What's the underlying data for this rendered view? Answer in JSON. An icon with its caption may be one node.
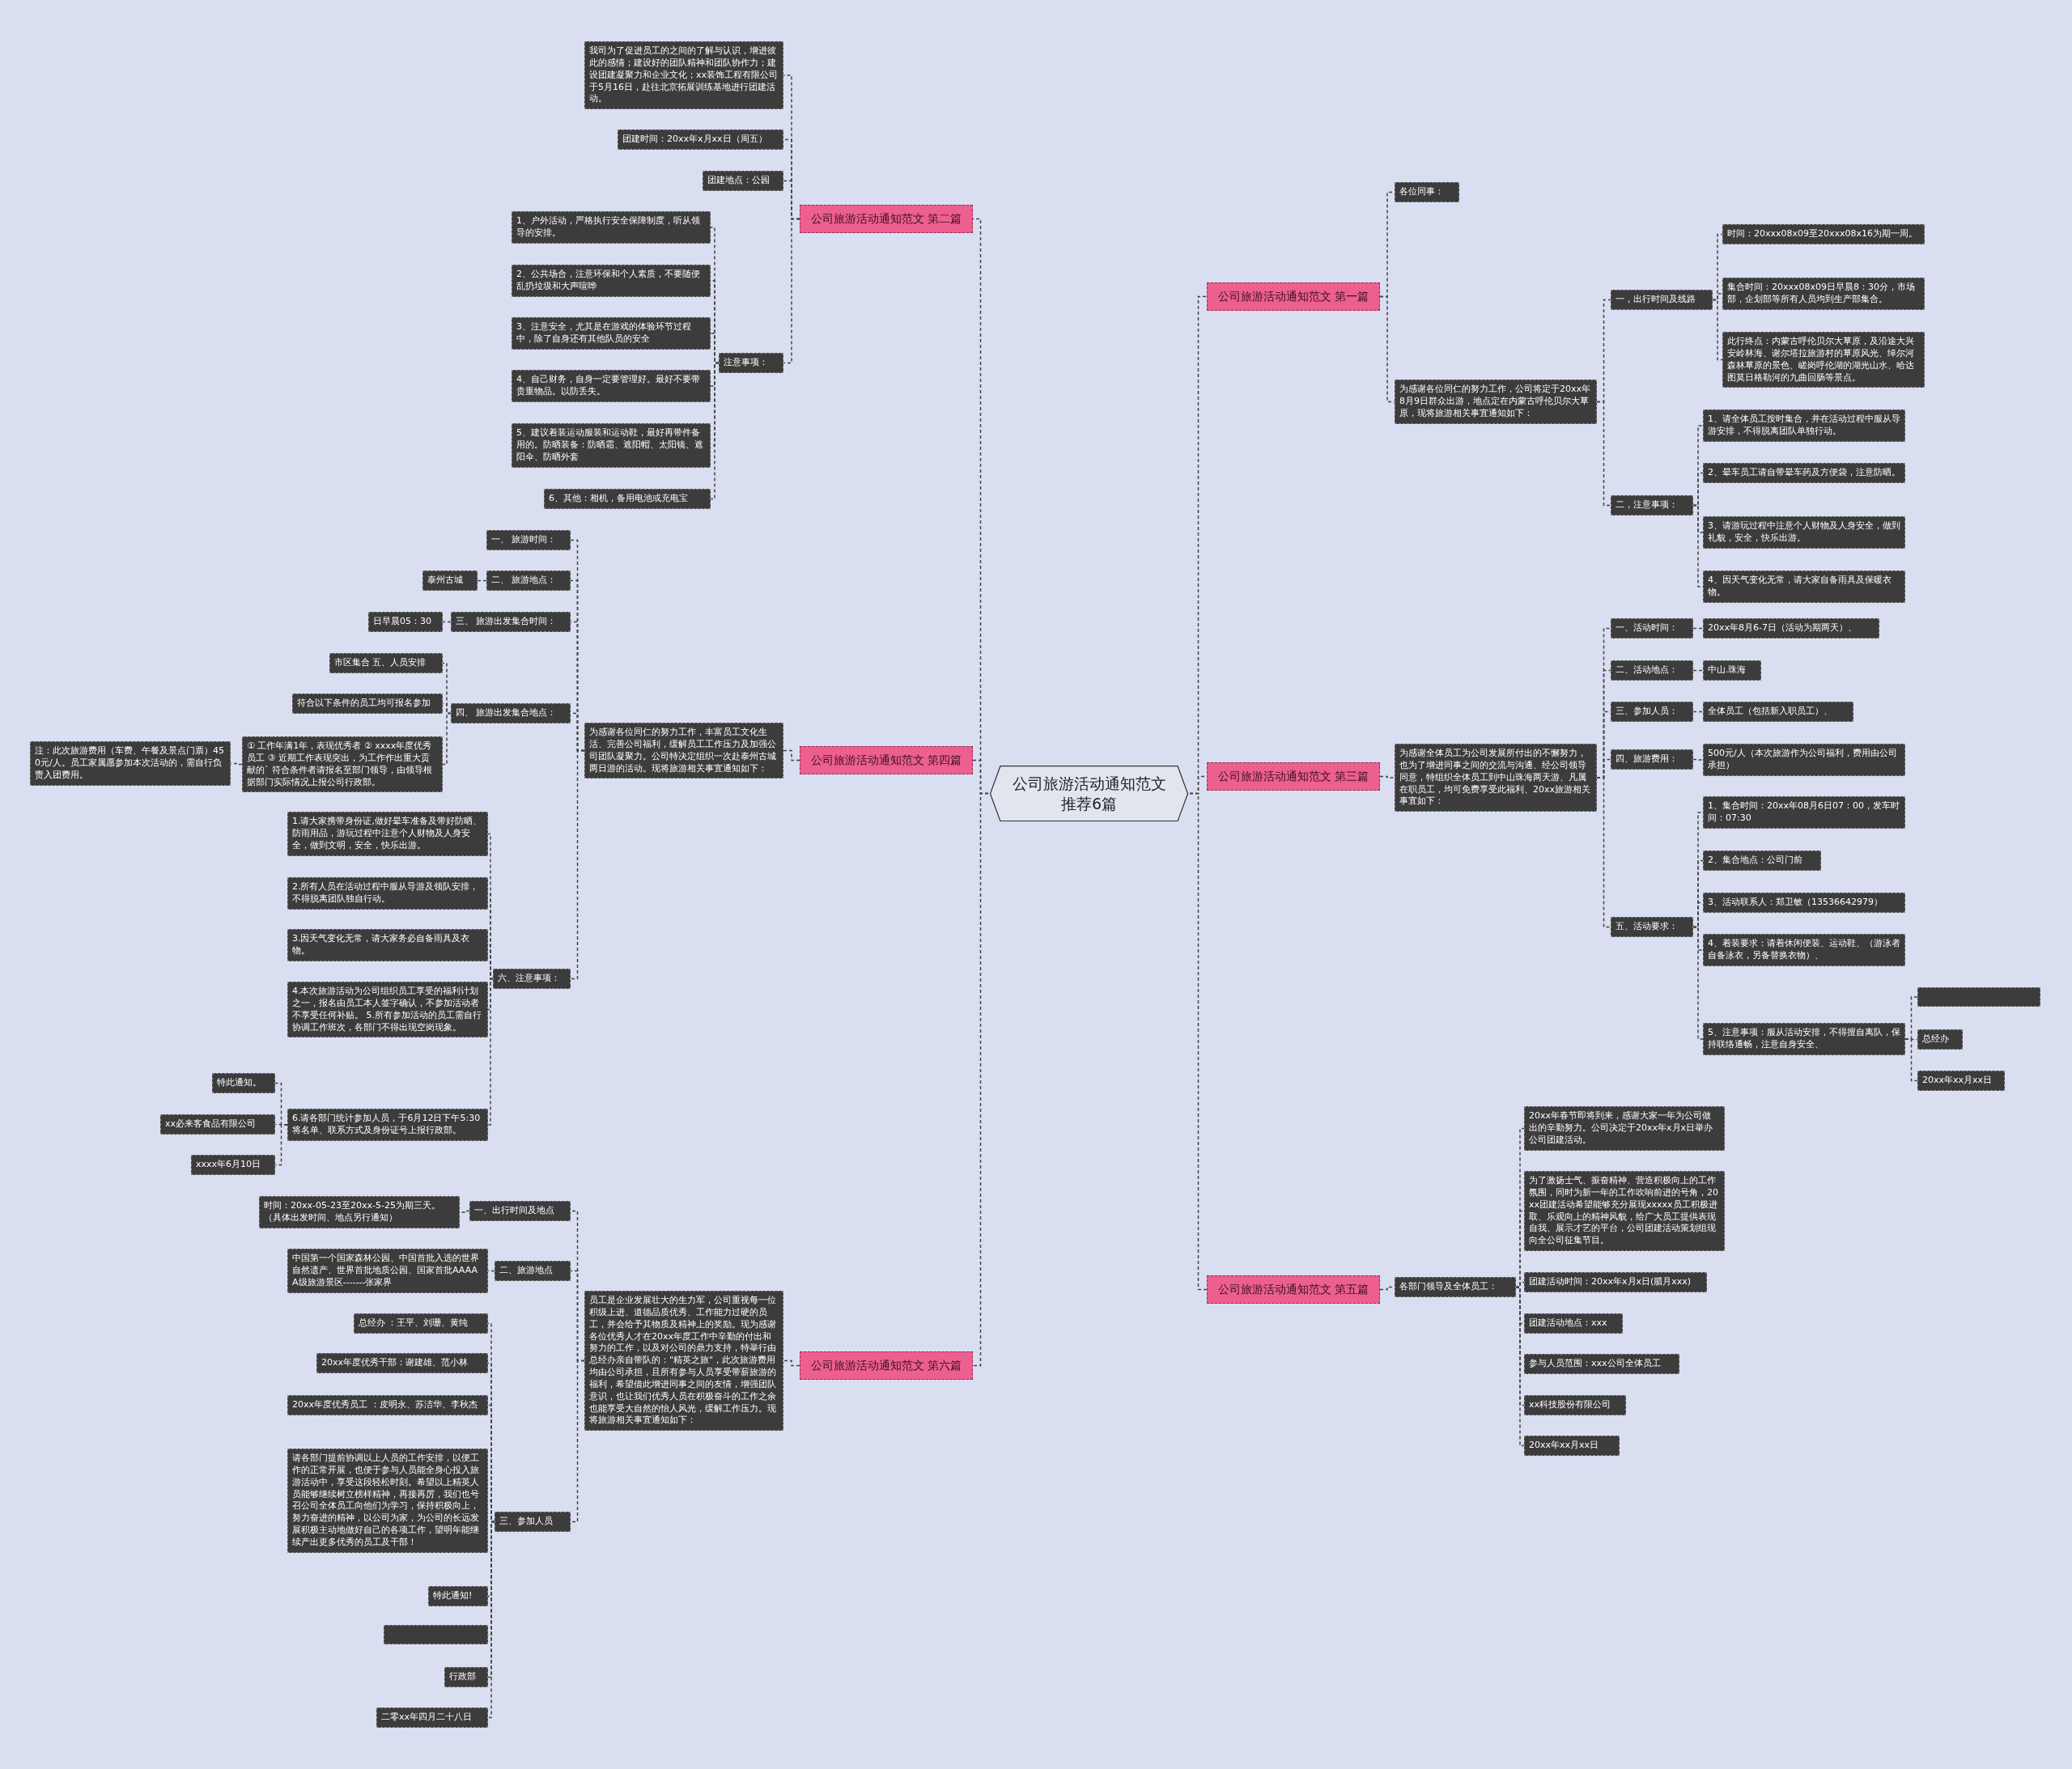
{
  "diagram": {
    "nodes": [
      {
        "text": [
          "公司旅游活动通知范文推荐6篇"
        ]
      },
      {
        "text": [
          "公司旅游活动通知范文 第二篇"
        ]
      },
      {
        "text": [
          "我司为了促进员工的之间的了解与认识，增进彼此的感情；建设好的团队精神和团队协作力；建设团建凝聚力和企业文化；xx装饰工程有限公司于5月16日，赴往北京拓展训练基地进行团建活动。"
        ]
      },
      {
        "text": [
          "团建时间：20xx年x月xx日（周五）"
        ]
      },
      {
        "text": [
          "团建地点：公园"
        ]
      },
      {
        "text": [
          "注意事项："
        ]
      },
      {
        "text": [
          "1、户外活动，严格执行安全保障制度，听从领导的安排。"
        ]
      },
      {
        "text": [
          "2、公共场合，注意环保和个人素质，不要随便乱扔垃圾和大声喧哗"
        ]
      },
      {
        "text": [
          "3、注意安全，尤其是在游戏的体验环节过程中，除了自身还有其他队员的安全"
        ]
      },
      {
        "text": [
          "4、自己财务，自身一定要管理好。最好不要带贵重物品。以防丢失。"
        ]
      },
      {
        "text": [
          "5、建议着装运动服装和运动鞋，最好再带件备用的。防晒装备：防晒霜、遮阳帽、太阳镜、遮阳伞、防晒外套"
        ]
      },
      {
        "text": [
          "6、其他：相机，备用电池或充电宝"
        ]
      },
      {
        "text": [
          "公司旅游活动通知范文 第四篇"
        ]
      },
      {
        "text": [
          "为感谢各位同仁的努力工作，丰富员工文化生活、完善公司福利，缓解员工工作压力及加强公司团队凝聚力。公司特决定组织一次赴泰州古城两日游的活动。现将旅游相关事宜通知如下："
        ]
      },
      {
        "text": [
          "一、 旅游时间："
        ]
      },
      {
        "text": [
          "二、 旅游地点："
        ]
      },
      {
        "text": [
          "泰州古城"
        ]
      },
      {
        "text": [
          "三、 旅游出发集合时间："
        ]
      },
      {
        "text": [
          "日早晨05：30"
        ]
      },
      {
        "text": [
          "四、 旅游出发集合地点："
        ]
      },
      {
        "text": [
          "市区集合 五、人员安排"
        ]
      },
      {
        "text": [
          "符合以下条件的员工均可报名参加"
        ]
      },
      {
        "text": [
          "① 工作年满1年，表现优秀者 ② xxxx年度优秀员工 ③ 近期工作表现突出，为工作作出重大贡献的` 符合条件者请报名至部门领导，由领导根据部门实际情况上报公司行政部。"
        ]
      },
      {
        "text": [
          "注：此次旅游费用（车费、午餐及景点门票）450元/人。员工家属愿参加本次活动的，需自行负责入团费用。"
        ]
      },
      {
        "text": [
          "六、注意事项："
        ]
      },
      {
        "text": [
          "1.请大家携带身份证,做好晕车准备及带好防晒、防雨用品，游玩过程中注意个人财物及人身安全，做到文明，安全，快乐出游。"
        ]
      },
      {
        "text": [
          "2.所有人员在活动过程中服从导游及领队安排，不得脱离团队独自行动。"
        ]
      },
      {
        "text": [
          "3.因天气变化无常，请大家务必自备雨具及衣物。"
        ]
      },
      {
        "text": [
          "4.本次旅游活动为公司组织员工享受的福利计划之一，报名由员工本人签字确认，不参加活动者不享受任何补贴。 5.所有参加活动的员工需自行协调工作班次，各部门不得出现空岗现象。"
        ]
      },
      {
        "text": [
          "6.请各部门统计参加人员，于6月12日下午5:30将名单、联系方式及身份证号上报行政部。"
        ]
      },
      {
        "text": [
          "特此通知。"
        ]
      },
      {
        "text": [
          "xx必来客食品有限公司"
        ]
      },
      {
        "text": [
          "xxxx年6月10日"
        ]
      },
      {
        "text": [
          "公司旅游活动通知范文 第六篇"
        ]
      },
      {
        "text": [
          "员工是企业发展壮大的生力军，公司重视每一位积级上进、道德品质优秀、工作能力过硬的员工，并会给予其物质及精神上的奖励。现为感谢各位优秀人才在20xx年度工作中辛勤的付出和努力的工作，以及对公司的鼎力支持，特举行由总经办亲自带队的：\"精英之旅\"，此次旅游费用均由公司承担，且所有参与人员享受带薪旅游的福利，希望借此增进同事之间的友情，增强团队意识，也让我们优秀人员在积极奋斗的工作之余也能享受大自然的怡人风光，缓解工作压力。现将旅游相关事宜通知如下："
        ]
      },
      {
        "text": [
          "一、出行时间及地点"
        ]
      },
      {
        "text": [
          "时间：20xx-05-23至20xx-5-25为期三天。（具体出发时间、地点另行通知）"
        ]
      },
      {
        "text": [
          "二、旅游地点"
        ]
      },
      {
        "text": [
          "中国第一个国家森林公园、中国首批入选的世界自然遗产、世界首批地质公园、国家首批AAAAA级旅游景区-------张家界"
        ]
      },
      {
        "text": [
          "三、参加人员"
        ]
      },
      {
        "text": [
          "总经办 ：王平、刘珊、黄纯"
        ]
      },
      {
        "text": [
          "20xx年度优秀干部：谢建雄、范小林"
        ]
      },
      {
        "text": [
          "20xx年度优秀员工 ：皮明永、苏洁华、李秋杰"
        ]
      },
      {
        "text": [
          "请各部门提前协调以上人员的工作安排，以便工作的正常开展，也便于参与人员能全身心投入旅游活动中，享受这段轻松时刻。希望以上精英人员能够继续树立榜样精神，再接再厉，我们也号召公司全体员工向他们为学习，保持积极向上，努力奋进的精神，以公司为家，为公司的长远发展积极主动地做好自己的各项工作，望明年能继续产出更多优秀的员工及干部！"
        ]
      },
      {
        "text": [
          "特此通知!"
        ]
      },
      {
        "text": [],
        "shape": "box"
      },
      {
        "text": [
          "行政部"
        ]
      },
      {
        "text": [
          "二零xx年四月二十八日"
        ]
      },
      {
        "text": [
          "公司旅游活动通知范文 第一篇"
        ]
      },
      {
        "text": [
          "各位同事："
        ]
      },
      {
        "text": [
          "为感谢各位同仁的努力工作，公司将定于20xx年8月9日群众出游，地点定在内蒙古呼伦贝尔大草原，现将旅游相关事宜通知如下："
        ]
      },
      {
        "text": [
          "一，出行时间及线路"
        ]
      },
      {
        "text": [
          "时间：20xxx08x09至20xxx08x16为期一周。"
        ]
      },
      {
        "text": [
          "集合时间：20xxx08x09日早晨8：30分，市场部，企划部等所有人员均到生产部集合。"
        ]
      },
      {
        "text": [
          "此行终点：内蒙古呼伦贝尔大草原，及沿途大兴安岭林海、谢尔塔拉旅游村的草原风光、绰尔河森林草原的景色、嵯岗呼伦湖的湖光山水、哈达图莫日格勒河的九曲回肠等景点。"
        ]
      },
      {
        "text": [
          "二，注意事项："
        ]
      },
      {
        "text": [
          "1、请全体员工按时集合，并在活动过程中服从导游安排，不得脱离团队单独行动。"
        ]
      },
      {
        "text": [
          "2、晕车员工请自带晕车药及方便袋，注意防晒。"
        ]
      },
      {
        "text": [
          "3、请游玩过程中注意个人财物及人身安全，做到礼貌，安全，快乐出游。"
        ]
      },
      {
        "text": [
          "4、因天气变化无常，请大家自备雨具及保暖衣物。"
        ]
      },
      {
        "text": [
          "公司旅游活动通知范文 第三篇"
        ]
      },
      {
        "text": [
          "为感谢全体员工为公司发展所付出的不懈努力，也为了增进同事之间的交流与沟通、经公司领导同意，特组织全体员工到中山珠海两天游、凡属在职员工，均可免费享受此福利、20xx旅游相关事宜如下："
        ]
      },
      {
        "text": [
          "一、活动时间："
        ]
      },
      {
        "text": [
          "20xx年8月6-7日（活动为期两天）、"
        ]
      },
      {
        "text": [
          "二、活动地点："
        ]
      },
      {
        "text": [
          "中山.珠海"
        ]
      },
      {
        "text": [
          "三、参加人员："
        ]
      },
      {
        "text": [
          "全体员工（包括新入职员工）、"
        ]
      },
      {
        "text": [
          "四、旅游费用："
        ]
      },
      {
        "text": [
          "500元/人（本次旅游作为公司福利，费用由公司承担）"
        ]
      },
      {
        "text": [
          "五、活动要求："
        ]
      },
      {
        "text": [
          "1、集合时间：20xx年08月6日07：00，发车时间：07:30"
        ]
      },
      {
        "text": [
          "2、集合地点：公司门前"
        ]
      },
      {
        "text": [
          "3、活动联系人：郑卫敏（13536642979）"
        ]
      },
      {
        "text": [
          "4、着装要求：请着休闲便装、运动鞋、（游泳者自备泳衣，另备替换衣物）、"
        ]
      },
      {
        "text": [
          "5、注意事项：服从活动安排，不得擅自离队，保持联络通畅，注意自身安全、"
        ]
      },
      {
        "text": [],
        "shape": "box"
      },
      {
        "text": [
          "总经办"
        ]
      },
      {
        "text": [
          "20xx年xx月xx日"
        ]
      },
      {
        "text": [
          "公司旅游活动通知范文 第五篇"
        ]
      },
      {
        "text": [
          "各部门领导及全体员工："
        ]
      },
      {
        "text": [
          "20xx年春节即将到来，感谢大家一年为公司做出的辛勤努力。公司决定于20xx年x月x日举办公司团建活动。"
        ]
      },
      {
        "text": [
          "为了激扬士气、振奋精神、营造积极向上的工作氛围，同时为新一年的工作吹响前进的号角，20xx团建活动希望能够充分展现xxxxx员工积极进取、乐观向上的精神风貌，给广大员工提供表现自我、展示才艺的平台，公司团建活动策划组现向全公司征集节目。"
        ]
      },
      {
        "text": [
          "团建活动时间：20xx年x月x日(腊月xxx)"
        ]
      },
      {
        "text": [
          "团建活动地点：xxx"
        ]
      },
      {
        "text": [
          "参与人员范围：xxx公司全体员工"
        ]
      },
      {
        "text": [
          "xx科技股份有限公司"
        ]
      },
      {
        "text": [
          "20xx年xx月xx日"
        ]
      }
    ],
    "edges": [
      {
        "from": 0,
        "to": 1,
        "arrow": "none"
      },
      {
        "from": 1,
        "to": 2,
        "arrow": "none"
      },
      {
        "from": 1,
        "to": 3,
        "arrow": "none"
      },
      {
        "from": 1,
        "to": 4,
        "arrow": "none"
      },
      {
        "from": 1,
        "to": 5,
        "arrow": "none"
      },
      {
        "from": 5,
        "to": 6,
        "arrow": "none"
      },
      {
        "from": 5,
        "to": 7,
        "arrow": "none"
      },
      {
        "from": 5,
        "to": 8,
        "arrow": "none"
      },
      {
        "from": 5,
        "to": 9,
        "arrow": "none"
      },
      {
        "from": 5,
        "to": 10,
        "arrow": "none"
      },
      {
        "from": 5,
        "to": 11,
        "arrow": "none"
      },
      {
        "from": 0,
        "to": 12,
        "arrow": "none"
      },
      {
        "from": 12,
        "to": 13,
        "arrow": "none"
      },
      {
        "from": 13,
        "to": 14,
        "arrow": "none"
      },
      {
        "from": 13,
        "to": 15,
        "arrow": "none"
      },
      {
        "from": 15,
        "to": 16,
        "arrow": "none"
      },
      {
        "from": 13,
        "to": 17,
        "arrow": "none"
      },
      {
        "from": 17,
        "to": 18,
        "arrow": "none"
      },
      {
        "from": 13,
        "to": 19,
        "arrow": "none"
      },
      {
        "from": 19,
        "to": 20,
        "arrow": "none"
      },
      {
        "from": 19,
        "to": 21,
        "arrow": "none"
      },
      {
        "from": 19,
        "to": 22,
        "arrow": "none"
      },
      {
        "from": 22,
        "to": 23,
        "arrow": "none"
      },
      {
        "from": 13,
        "to": 24,
        "arrow": "none"
      },
      {
        "from": 24,
        "to": 25,
        "arrow": "none"
      },
      {
        "from": 24,
        "to": 26,
        "arrow": "none"
      },
      {
        "from": 24,
        "to": 27,
        "arrow": "none"
      },
      {
        "from": 24,
        "to": 28,
        "arrow": "none"
      },
      {
        "from": 24,
        "to": 29,
        "arrow": "none"
      },
      {
        "from": 29,
        "to": 30,
        "arrow": "none"
      },
      {
        "from": 29,
        "to": 31,
        "arrow": "none"
      },
      {
        "from": 29,
        "to": 32,
        "arrow": "none"
      },
      {
        "from": 0,
        "to": 33,
        "arrow": "none"
      },
      {
        "from": 33,
        "to": 34,
        "arrow": "none"
      },
      {
        "from": 34,
        "to": 35,
        "arrow": "none"
      },
      {
        "from": 35,
        "to": 36,
        "arrow": "none"
      },
      {
        "from": 34,
        "to": 37,
        "arrow": "none"
      },
      {
        "from": 37,
        "to": 38,
        "arrow": "none"
      },
      {
        "from": 34,
        "to": 39,
        "arrow": "none"
      },
      {
        "from": 39,
        "to": 40,
        "arrow": "none"
      },
      {
        "from": 39,
        "to": 41,
        "arrow": "none"
      },
      {
        "from": 39,
        "to": 42,
        "arrow": "none"
      },
      {
        "from": 39,
        "to": 43,
        "arrow": "none"
      },
      {
        "from": 39,
        "to": 44,
        "arrow": "none"
      },
      {
        "from": 39,
        "to": 45,
        "arrow": "none"
      },
      {
        "from": 39,
        "to": 46,
        "arrow": "none"
      },
      {
        "from": 39,
        "to": 47,
        "arrow": "none"
      },
      {
        "from": 0,
        "to": 48,
        "arrow": "none"
      },
      {
        "from": 48,
        "to": 49,
        "arrow": "none"
      },
      {
        "from": 48,
        "to": 50,
        "arrow": "none"
      },
      {
        "from": 50,
        "to": 51,
        "arrow": "none"
      },
      {
        "from": 51,
        "to": 52,
        "arrow": "none"
      },
      {
        "from": 51,
        "to": 53,
        "arrow": "none"
      },
      {
        "from": 51,
        "to": 54,
        "arrow": "none"
      },
      {
        "from": 50,
        "to": 55,
        "arrow": "none"
      },
      {
        "from": 55,
        "to": 56,
        "arrow": "none"
      },
      {
        "from": 55,
        "to": 57,
        "arrow": "none"
      },
      {
        "from": 55,
        "to": 58,
        "arrow": "none"
      },
      {
        "from": 55,
        "to": 59,
        "arrow": "none"
      },
      {
        "from": 0,
        "to": 60,
        "arrow": "none"
      },
      {
        "from": 60,
        "to": 61,
        "arrow": "none"
      },
      {
        "from": 61,
        "to": 62,
        "arrow": "none"
      },
      {
        "from": 62,
        "to": 63,
        "arrow": "none"
      },
      {
        "from": 61,
        "to": 64,
        "arrow": "none"
      },
      {
        "from": 64,
        "to": 65,
        "arrow": "none"
      },
      {
        "from": 61,
        "to": 66,
        "arrow": "none"
      },
      {
        "from": 66,
        "to": 67,
        "arrow": "none"
      },
      {
        "from": 61,
        "to": 68,
        "arrow": "none"
      },
      {
        "from": 68,
        "to": 69,
        "arrow": "none"
      },
      {
        "from": 61,
        "to": 70,
        "arrow": "none"
      },
      {
        "from": 70,
        "to": 71,
        "arrow": "none"
      },
      {
        "from": 70,
        "to": 72,
        "arrow": "none"
      },
      {
        "from": 70,
        "to": 73,
        "arrow": "none"
      },
      {
        "from": 70,
        "to": 74,
        "arrow": "none"
      },
      {
        "from": 70,
        "to": 75,
        "arrow": "none"
      },
      {
        "from": 75,
        "to": 76,
        "arrow": "none"
      },
      {
        "from": 75,
        "to": 77,
        "arrow": "none"
      },
      {
        "from": 75,
        "to": 78,
        "arrow": "none"
      },
      {
        "from": 0,
        "to": 79,
        "arrow": "none"
      },
      {
        "from": 79,
        "to": 80,
        "arrow": "none"
      },
      {
        "from": 80,
        "to": 81,
        "arrow": "none"
      },
      {
        "from": 80,
        "to": 82,
        "arrow": "none"
      },
      {
        "from": 80,
        "to": 83,
        "arrow": "none"
      },
      {
        "from": 80,
        "to": 84,
        "arrow": "none"
      },
      {
        "from": 80,
        "to": 85,
        "arrow": "none"
      },
      {
        "from": 80,
        "to": 86,
        "arrow": "none"
      },
      {
        "from": 80,
        "to": 87,
        "arrow": "none"
      }
    ]
  }
}
